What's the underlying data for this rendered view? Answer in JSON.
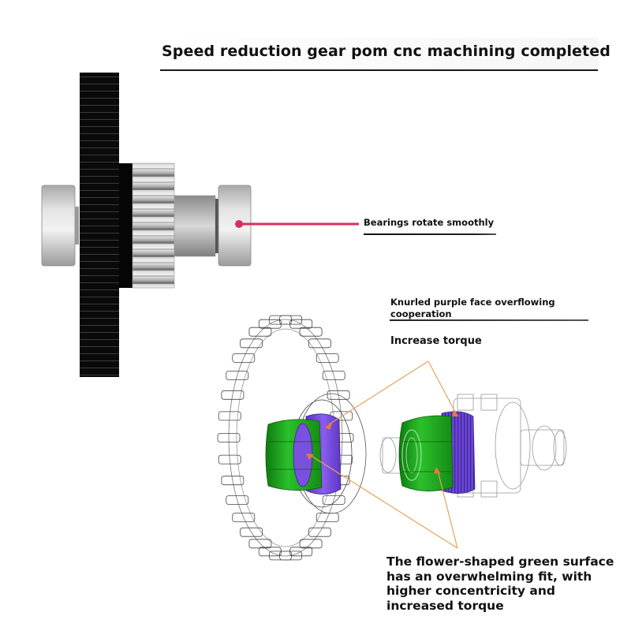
{
  "title": "Speed reduction gear pom cnc machining completed",
  "callouts": {
    "bearings": "Bearings rotate smoothly",
    "knurled": "Knurled purple face overflowing cooperation",
    "torque": "Increase torque",
    "flower": "The flower-shaped green surface has an overwhelming fit, with higher concentricity and increased torque"
  },
  "colors": {
    "pointer_red": "#d9305a",
    "arrow_orange": "#e8a35a",
    "green_part": "#1fa81f",
    "purple_part": "#7b4fe0",
    "gear_black": "#0a0a0a",
    "metal_gray": "#c8c8c8"
  },
  "icons": {
    "pointer_dot": "callout-dot-icon"
  }
}
